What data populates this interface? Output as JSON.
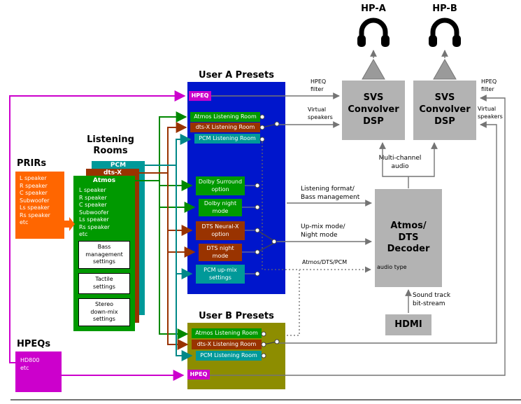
{
  "headphones": {
    "a": "HP-A",
    "b": "HP-B"
  },
  "convolvers": {
    "a": "SVS\nConvolver\nDSP",
    "b": "SVS\nConvolver\nDSP"
  },
  "user_a": {
    "title": "User A Presets",
    "hpeq": "HPEQ",
    "rooms": [
      {
        "label": "Atmos Listening Room"
      },
      {
        "label": "dts-X Listening Room"
      },
      {
        "label": "PCM Listening Room"
      }
    ],
    "options": [
      {
        "label": "Dolby Surround\noption"
      },
      {
        "label": "Dolby night\nmode"
      },
      {
        "label": "DTS Neural-X\noption"
      },
      {
        "label": "DTS night\nmode"
      },
      {
        "label": "PCM up-mix\nsettings"
      }
    ]
  },
  "user_b": {
    "title": "User B Presets",
    "hpeq": "HPEQ",
    "rooms": [
      {
        "label": "Atmos Listening Room"
      },
      {
        "label": "dts-X Listening Room"
      },
      {
        "label": "PCM Listening Room"
      }
    ]
  },
  "listening_rooms": {
    "title": "Listening\nRooms",
    "cards": [
      {
        "label": "PCM"
      },
      {
        "label": "dts-X"
      },
      {
        "label": "Atmos"
      }
    ],
    "speakers": "L speaker\nR speaker\nC speaker\nSubwoofer\nLs speaker\nRs speaker\netc",
    "settings": [
      {
        "label": "Bass\nmanagement\nsettings"
      },
      {
        "label": "Tactile\nsettings"
      },
      {
        "label": "Stereo\ndown-mix\nsettings"
      }
    ]
  },
  "prirs": {
    "title": "PRIRs",
    "items": "L speaker\nR speaker\nC speaker\nSubwoofer\nLs speaker\nRs speaker\netc"
  },
  "hpeqs": {
    "title": "HPEQs",
    "items": "HD800\netc"
  },
  "decoder": {
    "label": "Atmos/\nDTS\nDecoder"
  },
  "hdmi": {
    "label": "HDMI"
  },
  "annotations": {
    "hpeq_filter_a": "HPEQ\nfilter",
    "virtual_speakers_a": "Virtual\nspeakers",
    "hpeq_filter_b": "HPEQ\nfilter",
    "virtual_speakers_b": "Virtual\nspeakers",
    "multichannel_audio": "Multi-channel\naudio",
    "listening_format": "Listening format/\nBass management",
    "upmix_mode": "Up-mix mode/\nNight mode",
    "audio_format": "Atmos/DTS/PCM",
    "audio_type": "audio type",
    "bitstream": "Sound track\nbit-stream"
  },
  "colors": {
    "blue_panel": "#0016cc",
    "olive_panel": "#8d8d00",
    "green": "#009900",
    "dts_red": "#993300",
    "teal": "#009999",
    "magenta": "#cc00cc",
    "orange": "#ff6600",
    "gray_box": "#b3b3b3",
    "line_gray": "#747474"
  }
}
